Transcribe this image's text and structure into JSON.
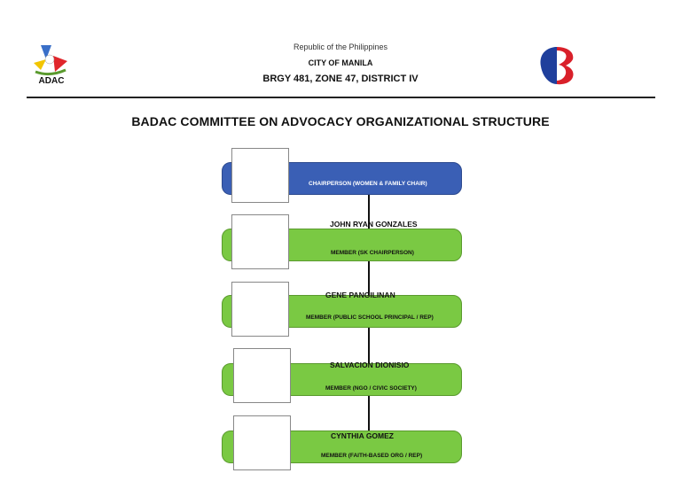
{
  "header": {
    "republic": "Republic of the Philippines",
    "city": "CITY OF MANILA",
    "barangay": "BRGY 481, ZONE 47, DISTRICT IV",
    "left_logo_text": "ADAC"
  },
  "title": "BADAC COMMITTEE ON ADVOCACY ORGANIZATIONAL STRUCTURE",
  "colors": {
    "chair": "#3a5fb5",
    "member": "#7ac943"
  },
  "org": {
    "chair": {
      "role": "CHAIRPERSON (WOMEN & FAMILY CHAIR)"
    },
    "members": [
      {
        "name": "JOHN RYAN GONZALES",
        "role": "MEMBER (SK CHAIRPERSON)"
      },
      {
        "name": "GENE PANGILINAN",
        "role": "MEMBER (PUBLIC SCHOOL PRINCIPAL / REP)"
      },
      {
        "name": "SALVACION DIONISIO",
        "role": "MEMBER (NGO / CIVIC SOCIETY)"
      },
      {
        "name": "CYNTHIA GOMEZ",
        "role": "MEMBER (FAITH-BASED ORG / REP)"
      }
    ]
  }
}
